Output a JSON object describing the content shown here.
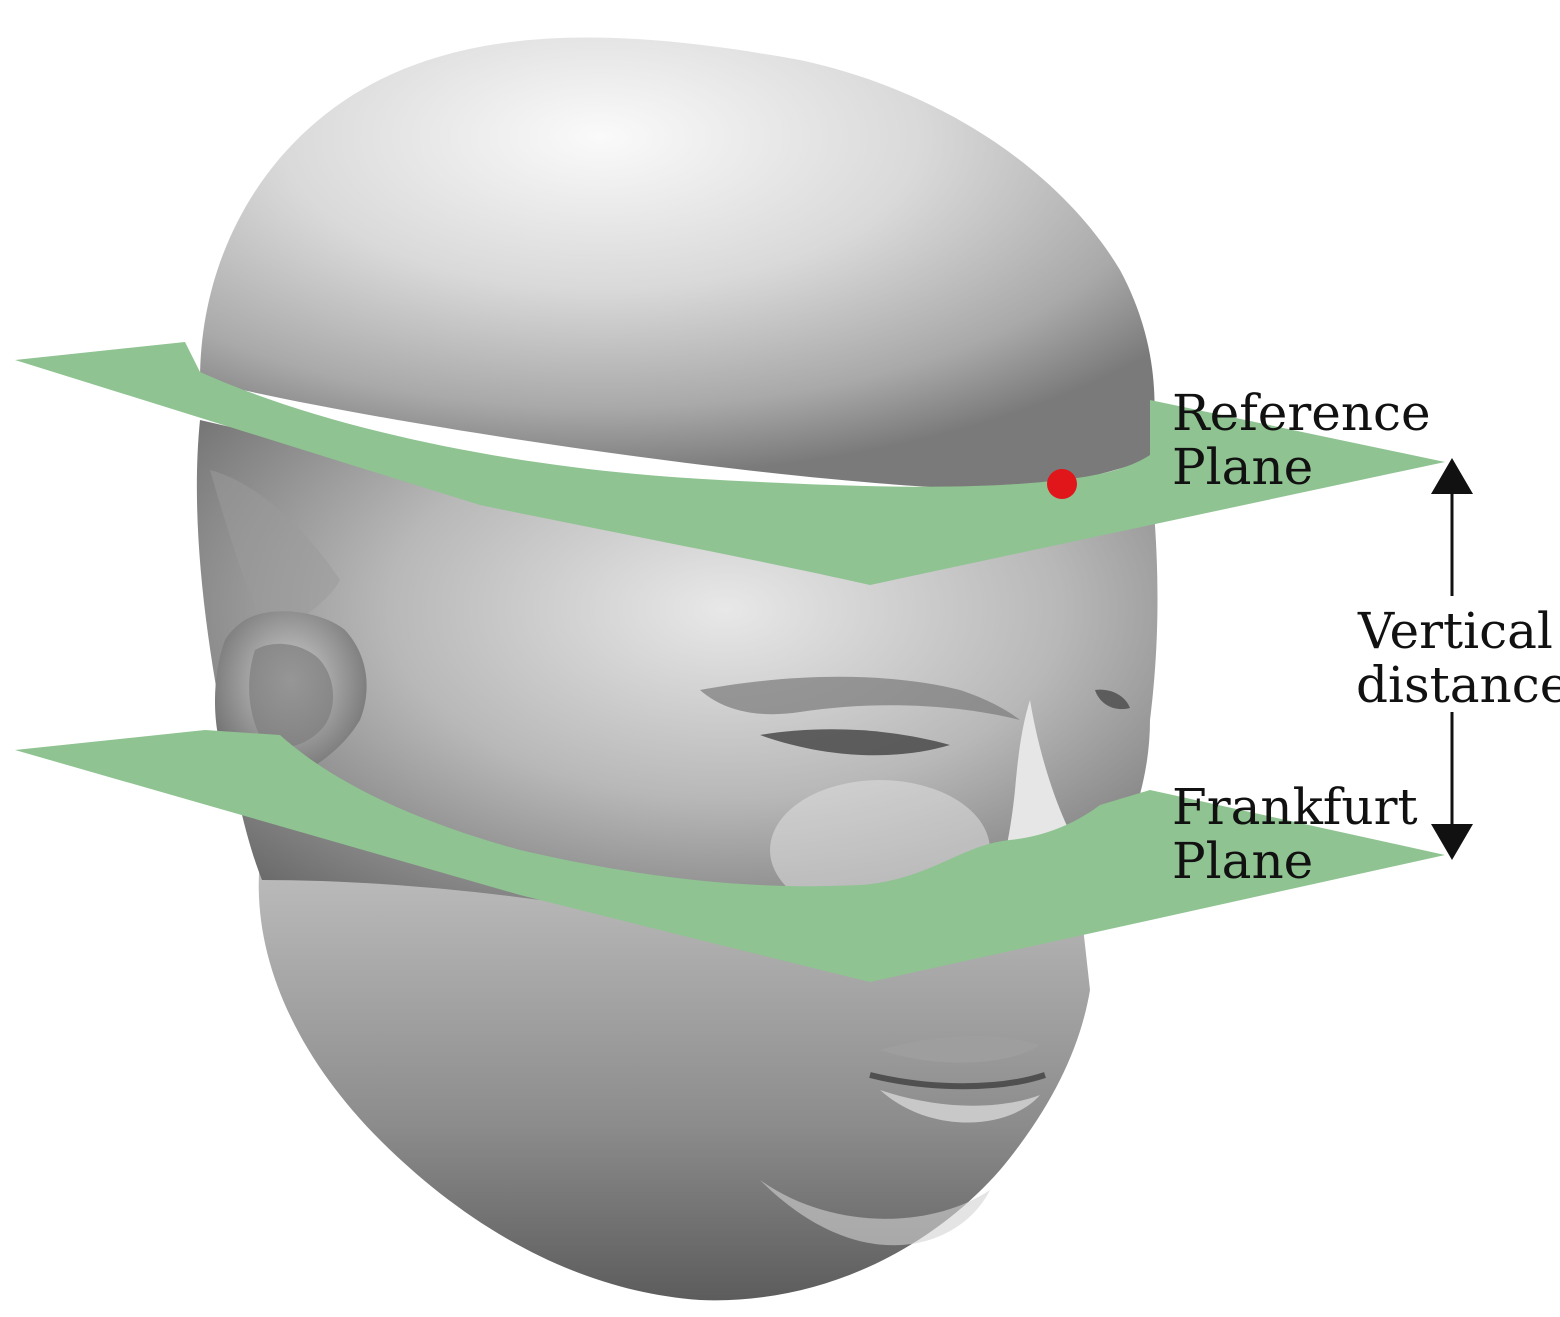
{
  "labels": {
    "reference_plane_line1": "Reference",
    "reference_plane_line2": "Plane",
    "frankfurt_plane_line1": "Frankfurt",
    "frankfurt_plane_line2": "Plane",
    "vertical_distance_line1": "Vertical",
    "vertical_distance_line2": "distance"
  },
  "colors": {
    "plane_fill": "#8fc391",
    "head_light": "#f2f2f2",
    "head_mid": "#bdbdbd",
    "head_dark": "#6e6e6e",
    "landmark_point": "#e0161b",
    "arrow": "#111111"
  }
}
